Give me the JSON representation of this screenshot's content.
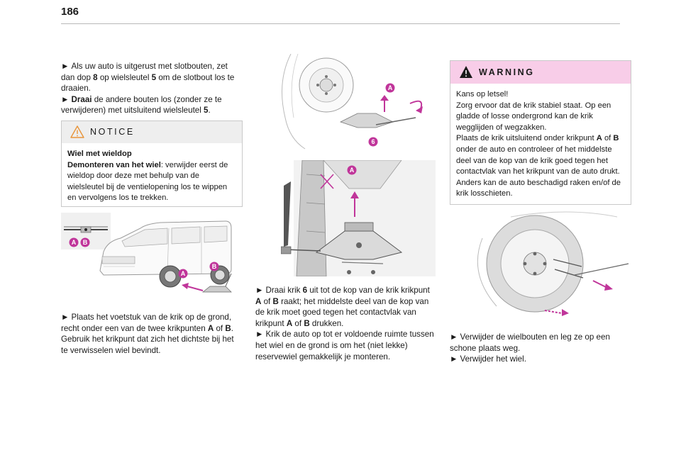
{
  "page": {
    "number": "186"
  },
  "col1": {
    "intro": [
      {
        "arrow": "►",
        "pre": "Als uw auto is uitgerust met slotbouten, zet dan dop ",
        "b1": "8",
        "mid": " op wielsleutel ",
        "b2": "5",
        "post": " om de slotbout los te draaien."
      },
      {
        "arrow": "►",
        "bold": "Draai",
        "text": " de andere bouten los (zonder ze te verwijderen) met uitsluitend wielsleutel ",
        "b": "5",
        "end": "."
      }
    ],
    "notice": {
      "label": "NOTICE",
      "title": "Wiel met wieldop",
      "bold_lead": "Demonteren van het wiel",
      "body": ": verwijder eerst de wieldop door deze met behulp van de wielsleutel bij de ventielopening los te wippen en vervolgens los te trekken."
    },
    "after": {
      "arrow": "►",
      "pre": "Plaats het voetstuk van de krik op de grond, recht onder een van de twee krikpunten ",
      "a": "A",
      "of": " of ",
      "b": "B",
      "post": ". Gebruik het krikpunt dat zich het dichtste bij het te verwisselen wiel bevindt."
    }
  },
  "col2": {
    "p1": {
      "arrow": "►",
      "pre": "Draai krik ",
      "n": "6",
      "mid": " uit tot de kop van de krik krikpunt ",
      "a": "A",
      "of": " of ",
      "b": "B",
      "post": " raakt; het middelste deel van de kop van de krik moet goed tegen het contactvlak van krikpunt ",
      "a2": "A",
      "of2": " of ",
      "b2": "B",
      "end": " drukken."
    },
    "p2": {
      "arrow": "►",
      "text": "Krik de auto op tot er voldoende ruimte tussen het wiel en de grond is om het (niet lekke) reservewiel gemakkelijk je monteren."
    }
  },
  "col3": {
    "warning": {
      "label": "WARNING",
      "lines": [
        "Kans op letsel!",
        "Zorg ervoor dat de krik stabiel staat. Op een gladde of losse ondergrond kan de krik wegglijden of wegzakken."
      ],
      "pre": "Plaats de krik uitsluitend onder krikpunt ",
      "a": "A",
      "of": " of ",
      "b": "B",
      "post": " onder de auto en controleer of het middelste deel van de kop van de krik goed tegen het contactvlak van het krikpunt van de auto drukt. Anders kan de auto beschadigd raken en/of de krik losschieten."
    },
    "steps": [
      {
        "arrow": "►",
        "text": "Verwijder de wielbouten en leg ze op een schone plaats weg."
      },
      {
        "arrow": "►",
        "text": "Verwijder het wiel."
      }
    ]
  },
  "callouts": {
    "a": "A",
    "b": "B",
    "six": "6"
  },
  "colors": {
    "accent": "#c0359a",
    "notice_bg": "#eeeeee",
    "warning_bg": "#f8cde8"
  }
}
